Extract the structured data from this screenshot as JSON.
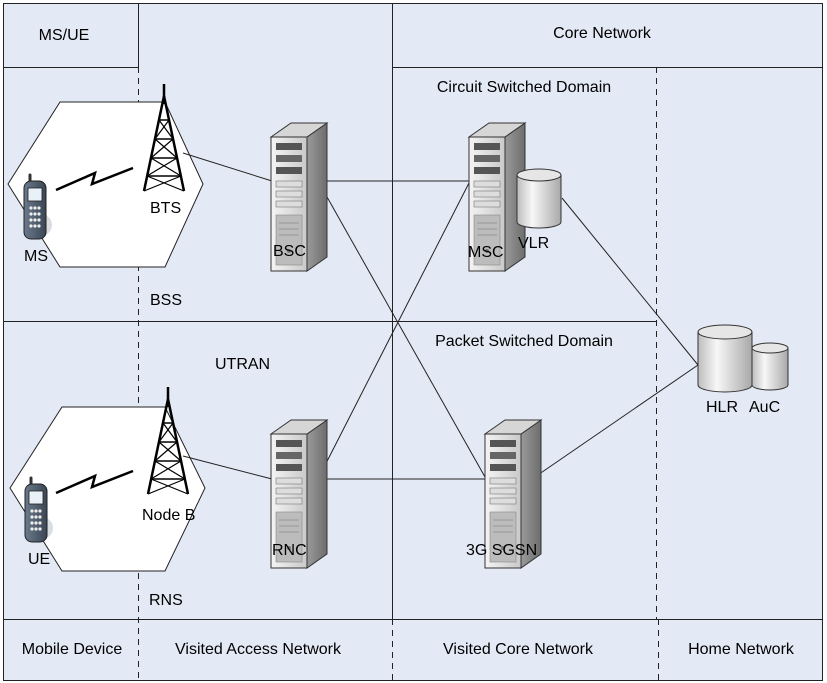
{
  "header": {
    "ms_ue": "MS/UE",
    "core_network": "Core Network"
  },
  "domains": {
    "circuit": "Circuit Switched Domain",
    "packet": "Packet Switched Domain"
  },
  "regions": {
    "bss": "BSS",
    "utran": "UTRAN",
    "rns": "RNS"
  },
  "nodes": {
    "ms": "MS",
    "bts": "BTS",
    "bsc": "BSC",
    "msc": "MSC",
    "vlr": "VLR",
    "ue": "UE",
    "node_b": "Node B",
    "rnc": "RNC",
    "sgsn": "3G SGSN",
    "hlr": "HLR",
    "auc": "AuC"
  },
  "footer": {
    "mobile_device": "Mobile Device",
    "visited_access": "Visited Access Network",
    "visited_core": "Visited Core Network",
    "home_network": "Home Network"
  },
  "icons": [
    "mobile-phone-icon",
    "radio-tower-icon",
    "server-icon",
    "database-icon"
  ],
  "colors": {
    "background": "#e4eaf5",
    "lines": "#222222"
  }
}
